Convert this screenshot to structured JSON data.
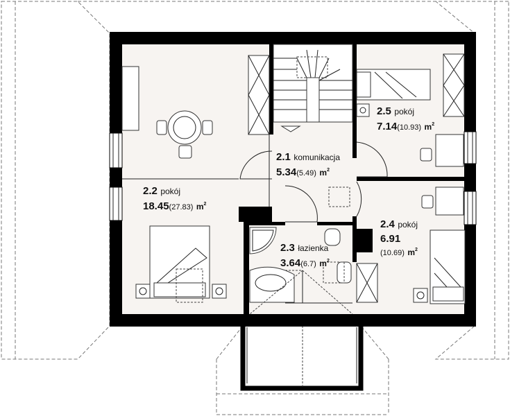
{
  "rooms": [
    {
      "id": "2.1",
      "name": "komunikacja",
      "area": "5.34",
      "gross": "(5.49)",
      "unit": "m",
      "sup": "2"
    },
    {
      "id": "2.2",
      "name": "pokój",
      "area": "18.45",
      "gross": "(27.83)",
      "unit": "m",
      "sup": "2"
    },
    {
      "id": "2.3",
      "name": "łazienka",
      "area": "3.64",
      "gross": "(6.7)",
      "unit": "m",
      "sup": "2"
    },
    {
      "id": "2.4",
      "name": "pokój",
      "area": "6.91",
      "gross": "(10.69)",
      "unit": "m",
      "sup": "2"
    },
    {
      "id": "2.5",
      "name": "pokój",
      "area": "7.14",
      "gross": "(10.93)",
      "unit": "m",
      "sup": "2"
    }
  ],
  "colors": {
    "wall": "#000000",
    "floor": "#f7f4f1",
    "roofline": "#777777"
  }
}
